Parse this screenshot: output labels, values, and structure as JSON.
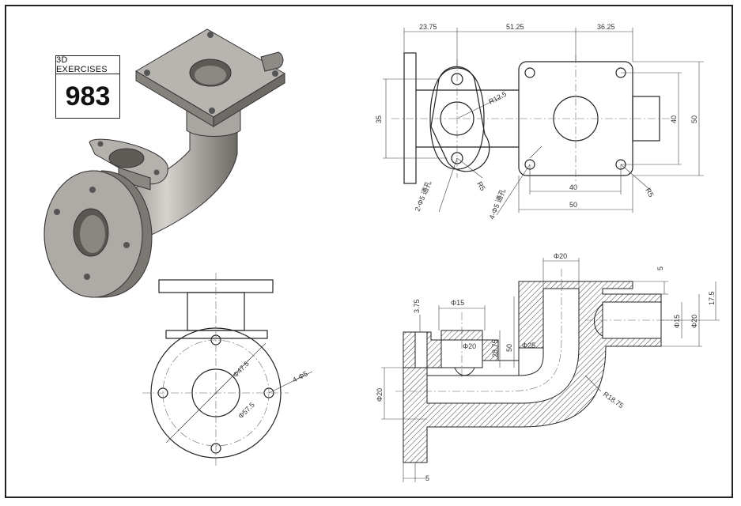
{
  "badge": {
    "label": "3D EXERCISES",
    "number": "983"
  },
  "top_view": {
    "dims_top": [
      "23.75",
      "51.25",
      "36.25"
    ],
    "dim_left": "35",
    "dims_right": [
      "40",
      "50"
    ],
    "dims_bottom": [
      "40",
      "50"
    ],
    "radius_small_flange": "R12.5",
    "radius_r5_a": "R5",
    "radius_r5_b": "R5",
    "holes_left": "2-Φ5 通孔",
    "holes_right": "4-Φ5 通孔"
  },
  "front_view": {
    "dia_pitch": "Φ47.5",
    "dia_outer": "Φ57.5",
    "holes": "4-Φ5"
  },
  "section_view": {
    "dia_top": "Φ20",
    "dim_5_top": "5",
    "dim_17_5": "17.5",
    "dia_15_right": "Φ15",
    "dia_20_right": "Φ20",
    "dim_3_75": "3.75",
    "dia_15_top": "Φ15",
    "dia_20_inner": "Φ20",
    "dim_28_75": "28.75",
    "dim_50": "50",
    "dia_25": "Φ25",
    "radius_bend": "R18.75",
    "dia_20_left": "Φ20",
    "dim_5_bottom": "5"
  }
}
